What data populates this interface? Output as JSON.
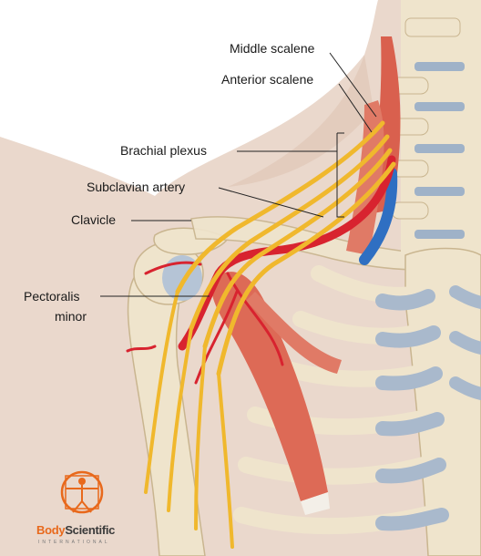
{
  "labels": {
    "middle_scalene": "Middle scalene",
    "anterior_scalene": "Anterior scalene",
    "brachial_plexus": "Brachial plexus",
    "subclavian_artery": "Subclavian artery",
    "clavicle": "Clavicle",
    "pectoralis_minor_line1": "Pectoralis",
    "pectoralis_minor_line2": "minor"
  },
  "logo": {
    "word_part1": "Body",
    "word_part2": "Scientific",
    "subtitle": "INTERNATIONAL"
  },
  "colors": {
    "skin": "#e9d6c9",
    "bone": "#efe4cc",
    "cartilage": "#a9b9cc",
    "muscle": "#d9604e",
    "nerve": "#f0b82d",
    "artery": "#d8232f",
    "vein": "#2f6fc2",
    "brand_orange": "#e8691c"
  }
}
